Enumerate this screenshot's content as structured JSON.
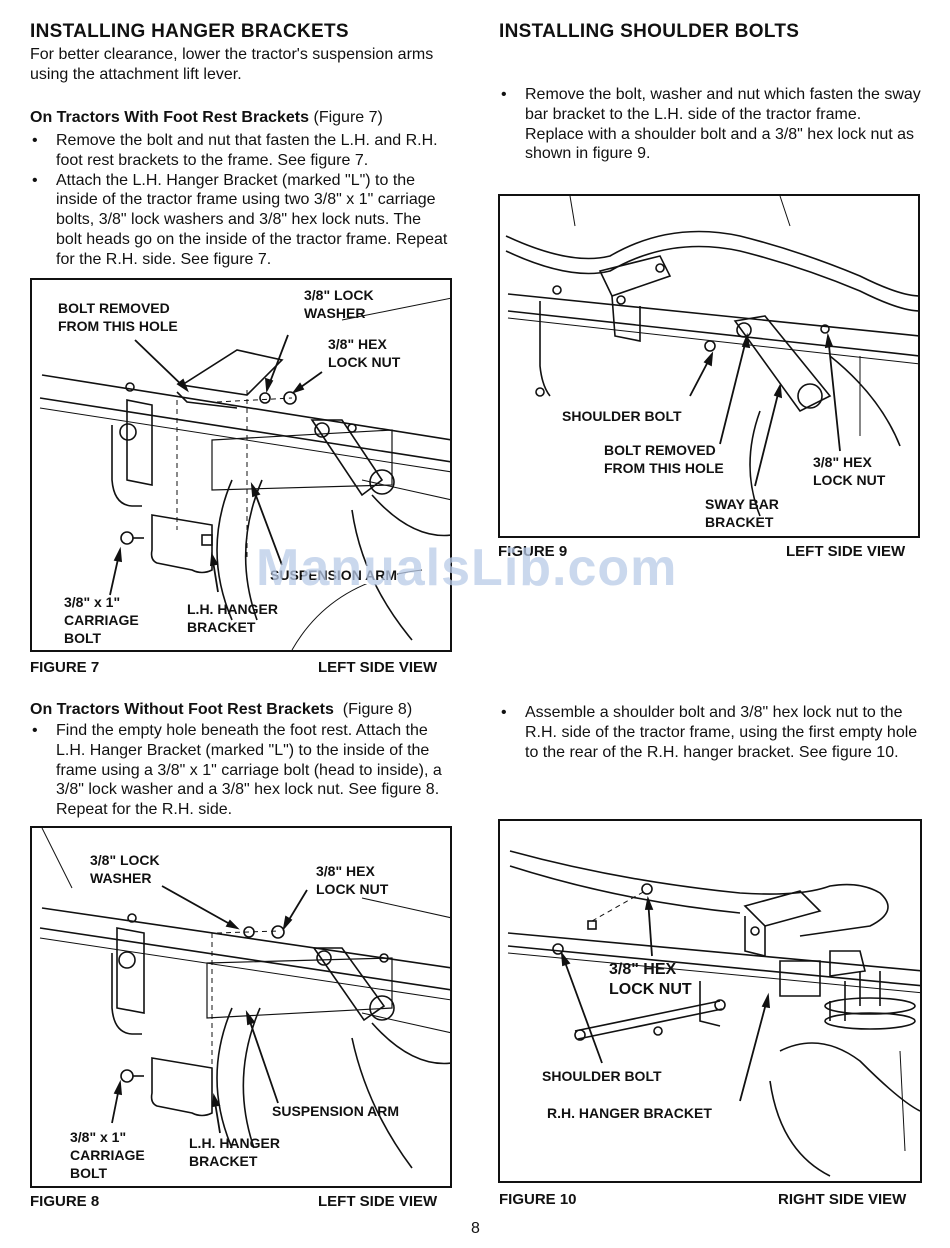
{
  "left": {
    "title": "INSTALLING HANGER BRACKETS",
    "intro": "For better clearance, lower the tractor's suspension arms using the attachment lift lever.",
    "sec1": {
      "heading_bold": "On Tractors With Foot Rest Brackets",
      "heading_ref": "(Figure 7)",
      "bullets": [
        "Remove the bolt and nut that fasten the L.H. and R.H. foot rest brackets to the frame. See figure 7.",
        "Attach the L.H. Hanger Bracket (marked \"L\") to the inside of the tractor frame using two 3/8\" x 1\" carriage bolts, 3/8\" lock washers and 3/8\" hex lock nuts. The bolt heads go on the inside of the tractor frame. Repeat for the R.H. side. See figure 7."
      ]
    },
    "sec2": {
      "heading_bold": "On Tractors Without Foot Rest Brackets",
      "heading_ref": "(Figure 8)",
      "bullets": [
        "Find the empty hole beneath the foot rest. Attach the L.H. Hanger Bracket (marked \"L\") to the inside of the frame using a 3/8\" x 1\" carriage bolt (head to inside), a 3/8\" lock washer and a 3/8\" hex lock nut. See figure 8. Repeat for the R.H. side."
      ]
    }
  },
  "right": {
    "title": "INSTALLING SHOULDER BOLTS",
    "bullet1": "Remove the bolt, washer and nut which fasten the sway bar bracket to the L.H. side of the tractor frame. Replace with a shoulder bolt and a 3/8\" hex lock nut as shown in figure 9.",
    "bullet2": "Assemble a shoulder bolt and 3/8\" hex lock nut to the R.H. side of the tractor frame, using the first empty hole to the rear of the R.H. hanger bracket. See figure 10."
  },
  "figure7": {
    "caption": "FIGURE 7",
    "view": "LEFT SIDE VIEW",
    "labels": {
      "bolt_removed_1": "BOLT REMOVED",
      "bolt_removed_2": "FROM THIS HOLE",
      "lock_washer_1": "3/8\" LOCK",
      "lock_washer_2": "WASHER",
      "hex_nut_1": "3/8\" HEX",
      "hex_nut_2": "LOCK NUT",
      "susp_arm": "SUSPENSION ARM",
      "carriage_1": "3/8\" x 1\"",
      "carriage_2": "CARRIAGE",
      "carriage_3": "BOLT",
      "hanger_1": "L.H. HANGER",
      "hanger_2": "BRACKET"
    }
  },
  "figure8": {
    "caption": "FIGURE 8",
    "view": "LEFT SIDE VIEW",
    "labels": {
      "lock_washer_1": "3/8\" LOCK",
      "lock_washer_2": "WASHER",
      "hex_nut_1": "3/8\" HEX",
      "hex_nut_2": "LOCK NUT",
      "susp_arm": "SUSPENSION ARM",
      "carriage_1": "3/8\" x 1\"",
      "carriage_2": "CARRIAGE",
      "carriage_3": "BOLT",
      "hanger_1": "L.H. HANGER",
      "hanger_2": "BRACKET"
    }
  },
  "figure9": {
    "caption": "FIGURE 9",
    "view": "LEFT SIDE VIEW",
    "labels": {
      "shoulder_bolt": "SHOULDER BOLT",
      "bolt_removed_1": "BOLT REMOVED",
      "bolt_removed_2": "FROM THIS HOLE",
      "hex_nut_1": "3/8\" HEX",
      "hex_nut_2": "LOCK NUT",
      "sway_1": "SWAY BAR",
      "sway_2": "BRACKET"
    }
  },
  "figure10": {
    "caption": "FIGURE 10",
    "view": "RIGHT SIDE VIEW",
    "labels": {
      "hex_nut_1": "3/8\" HEX",
      "hex_nut_2": "LOCK NUT",
      "shoulder_bolt": "SHOULDER BOLT",
      "hanger": "R.H. HANGER BRACKET"
    }
  },
  "watermark": "ManualsLib.com",
  "page_number": "8"
}
